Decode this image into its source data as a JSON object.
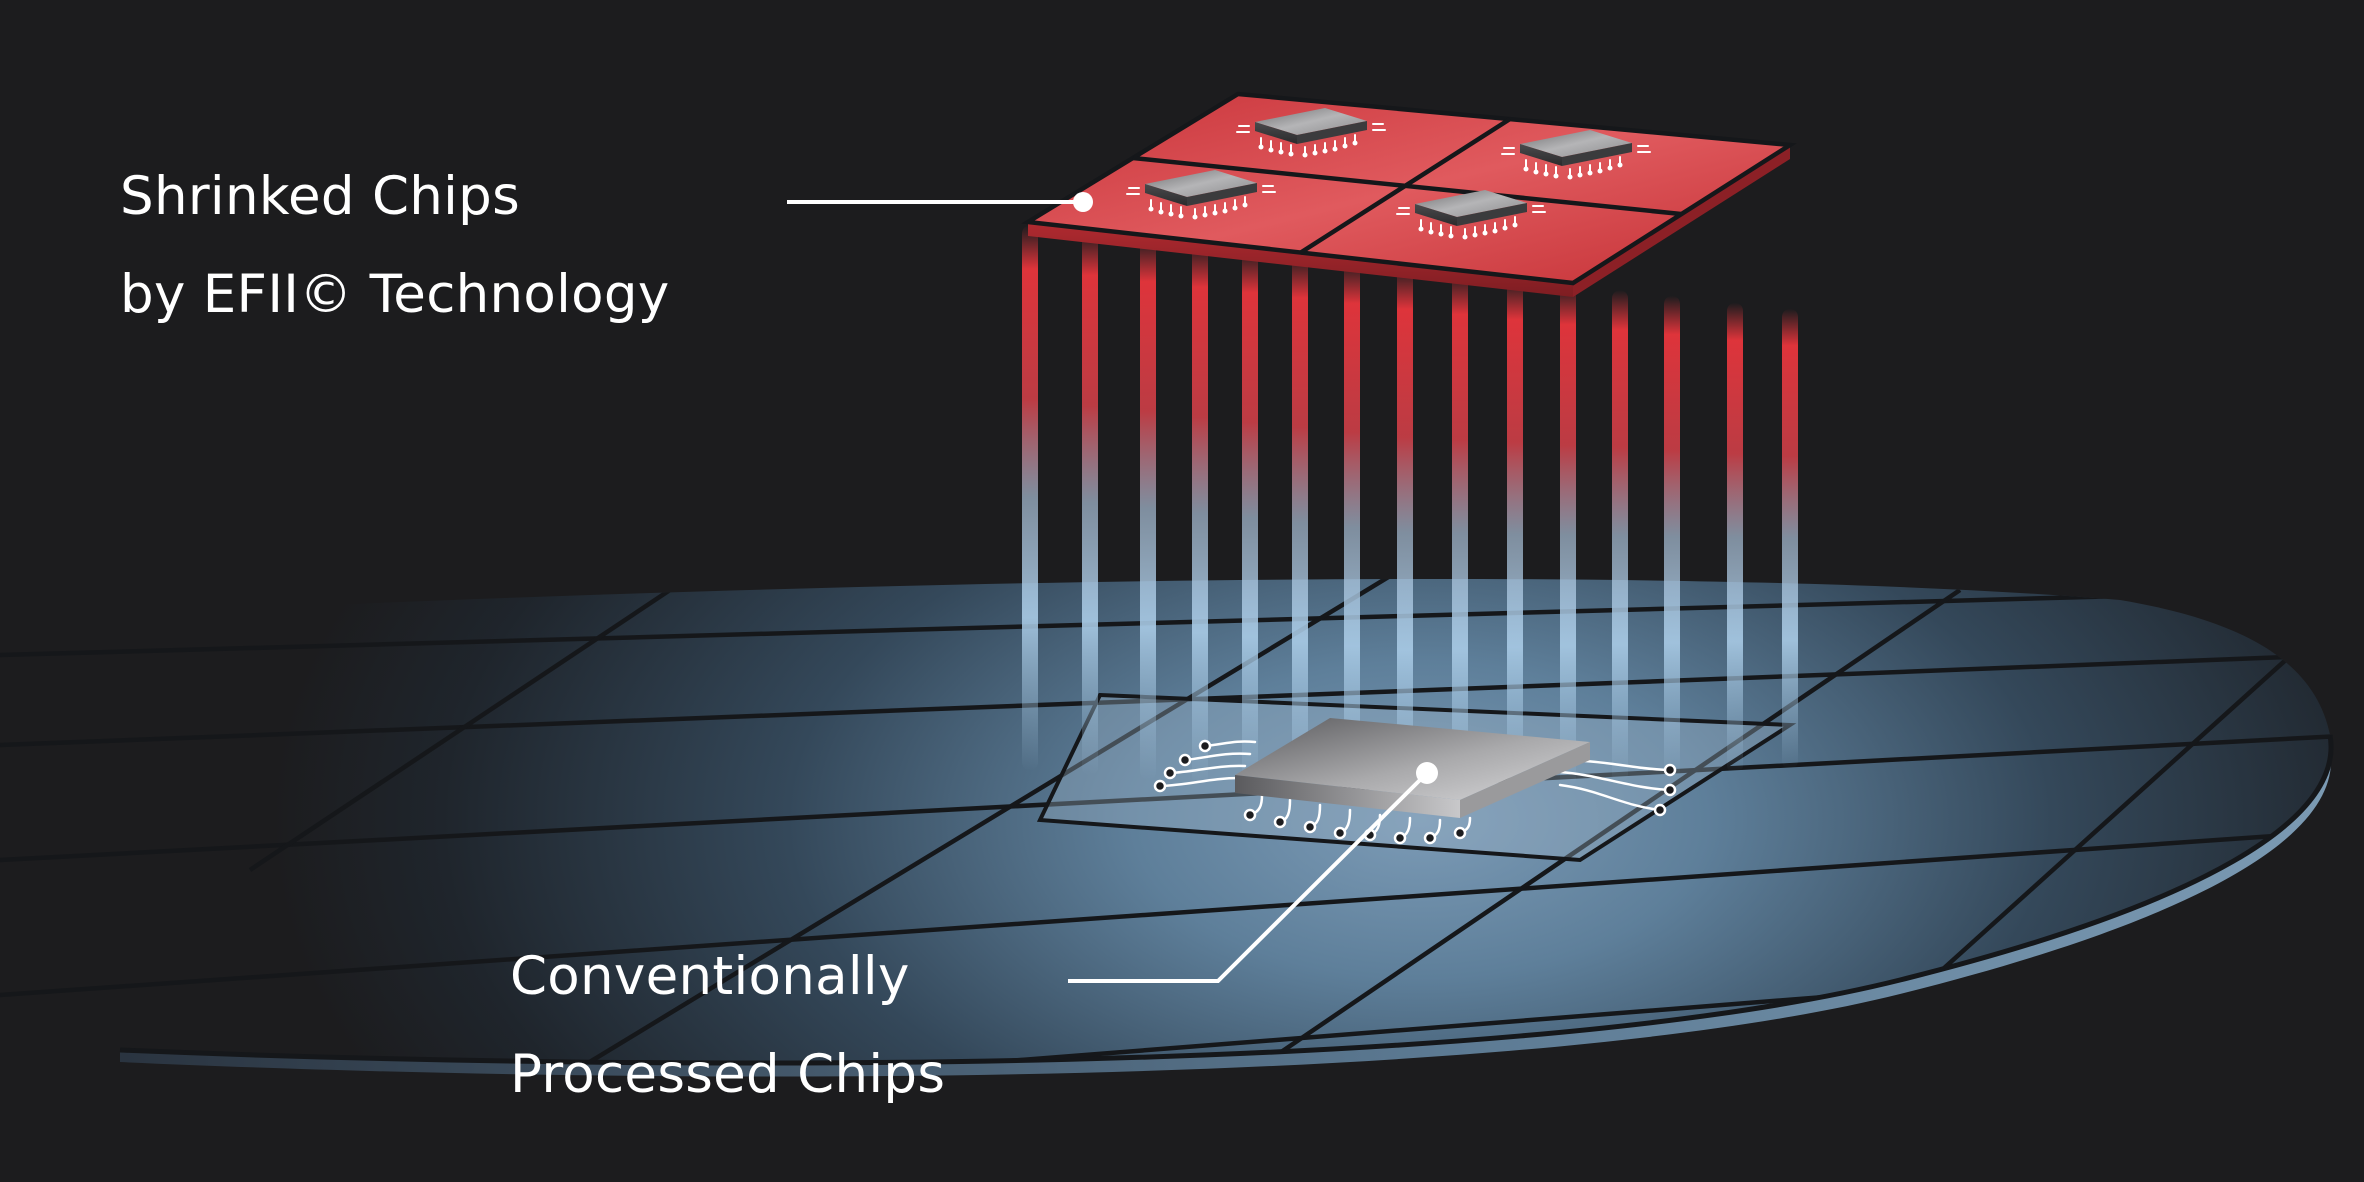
{
  "labels": {
    "shrinked": {
      "line1": "Shrinked Chips",
      "line2": "by EFII© Technology"
    },
    "conventional": {
      "line1": "Conventionally",
      "line2": "Processed Chips"
    }
  },
  "colors": {
    "background": "#1c1c1e",
    "wafer_light": "#6b8aa6",
    "wafer_dark": "#1e2329",
    "grid_line": "#15171a",
    "shrinked_tile": "#d23a3f",
    "beam_top": "#e23a40",
    "beam_bottom": "#a9cbe6",
    "text": "#ffffff"
  },
  "icons": {
    "top_chips": "ic-chip-icon",
    "bottom_chip": "ic-chip-icon"
  }
}
